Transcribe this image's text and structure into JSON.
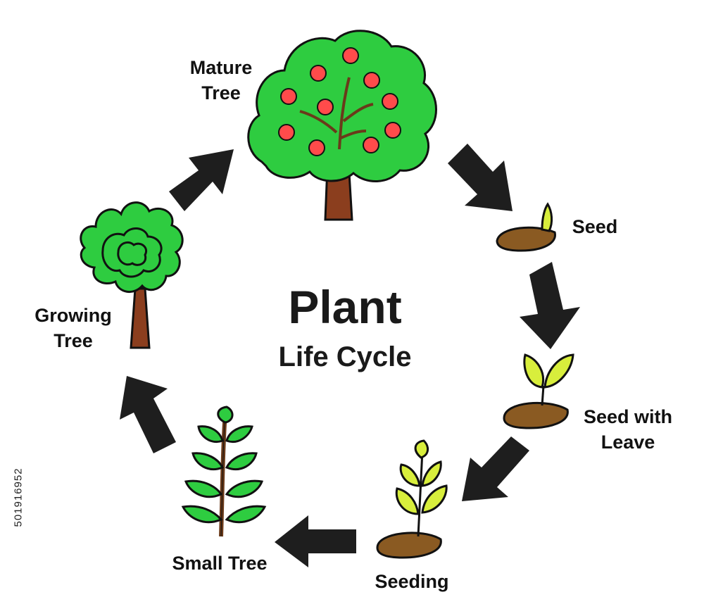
{
  "title": "Plant",
  "subtitle": "Life Cycle",
  "stages": [
    {
      "id": "mature-tree",
      "lines": [
        "Mature",
        "Tree"
      ]
    },
    {
      "id": "seed",
      "lines": [
        "Seed"
      ]
    },
    {
      "id": "seed-with-leave",
      "lines": [
        "Seed with",
        "Leave"
      ]
    },
    {
      "id": "seeding",
      "lines": [
        "Seeding"
      ]
    },
    {
      "id": "small-tree",
      "lines": [
        "Small Tree"
      ]
    },
    {
      "id": "growing-tree",
      "lines": [
        "Growing",
        "Tree"
      ]
    }
  ],
  "stock_id": "501916952",
  "colors": {
    "leaf_green": "#2ecc40",
    "leaf_dark": "#1f9e2c",
    "apple_red": "#ff4b4b",
    "trunk_brown": "#8b3e1e",
    "soil_brown": "#8a5a22",
    "sprout_yellow": "#d8ee3c",
    "arrow": "#1e1e1e",
    "text": "#111111"
  }
}
